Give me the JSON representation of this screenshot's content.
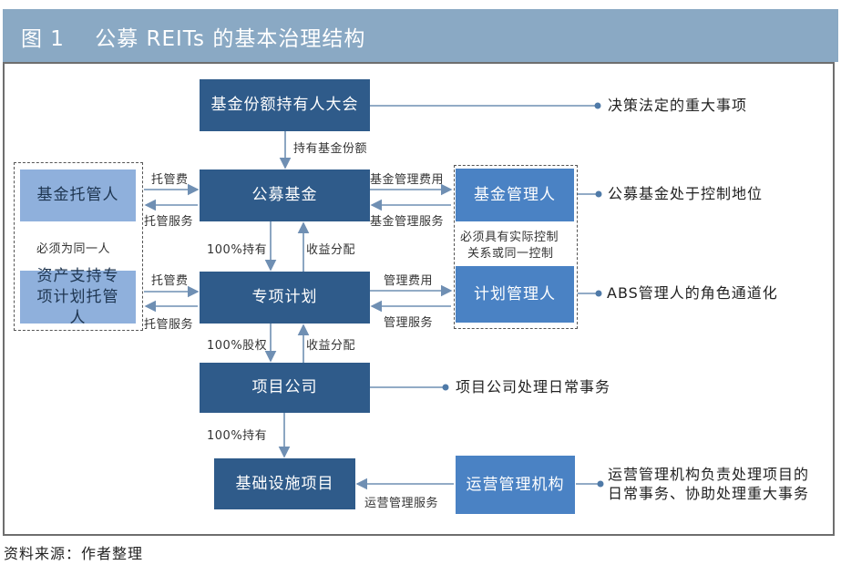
{
  "header": {
    "title": "图 1    公募 REITs 的基本治理结构"
  },
  "nodes": {
    "holders_meeting": "基金份额持有人大会",
    "public_fund": "公募基金",
    "special_plan": "专项计划",
    "project_company": "项目公司",
    "infrastructure": "基础设施项目",
    "fund_custodian": "基金托管人",
    "abs_custodian": "资产支持专项计划托管人",
    "fund_manager": "基金管理人",
    "plan_manager": "计划管理人",
    "operator": "运营管理机构"
  },
  "edge_labels": {
    "hold_shares": "持有基金份额",
    "custody_fee_1": "托管费",
    "custody_service_1": "托管服务",
    "custody_fee_2": "托管费",
    "custody_service_2": "托管服务",
    "fund_mgmt_fee": "基金管理费用",
    "fund_mgmt_service": "基金管理服务",
    "mgmt_fee": "管理费用",
    "mgmt_service": "管理服务",
    "hold_100_a": "100%持有",
    "income_dist_a": "收益分配",
    "equity_100": "100%股权",
    "income_dist_b": "收益分配",
    "hold_100_b": "100%持有",
    "ops_service": "运营管理服务"
  },
  "group_notes": {
    "same_person": "必须为同一人",
    "control_line1": "必须具有实际控制",
    "control_line2": "关系或同一控制"
  },
  "annotations": {
    "holders": "决策法定的重大事项",
    "fund_manager": "公募基金处于控制地位",
    "plan_manager": "ABS管理人的角色通道化",
    "project_company": "项目公司处理日常事务",
    "operator_line1": "运营管理机构负责处理项目的",
    "operator_line2": "日常事务、协助处理重大事务"
  },
  "colors": {
    "dark_box": "#2f5b8a",
    "mid_box": "#4a82c4",
    "light_box": "#8fb0dc",
    "title_bar": "#8aa9c4",
    "line": "#6f8fb3"
  },
  "footer": {
    "source": "资料来源：作者整理"
  }
}
